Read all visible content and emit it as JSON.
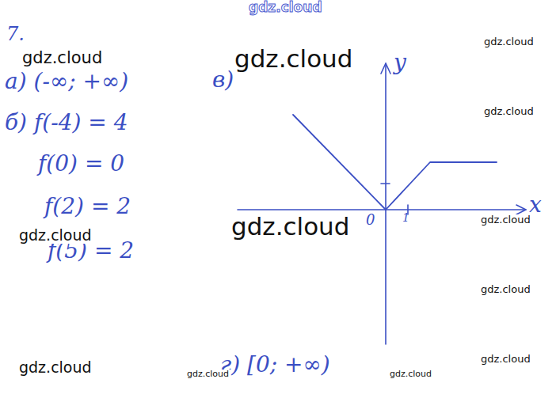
{
  "diagram": {
    "labels": [
      "7.",
      "а) (-∞; +∞)",
      "б) f(-4) = 4",
      "f(0) = 0",
      "f(2) = 2",
      "f(5) = 2",
      "в)",
      "y",
      "x",
      "0",
      "1",
      "г) [0; +∞)",
      "gdz.cloud",
      "gdz.cloud",
      "gdz.cloud",
      "gdz.cloud",
      "gdz.cloud",
      "gdz.cloud",
      "gdz.cloud",
      "gdz.cloud",
      "gdz.cloud",
      "gdz.cloud",
      "gdz.cloud",
      "gdz.cloud",
      "gdz.cloud"
    ]
  }
}
